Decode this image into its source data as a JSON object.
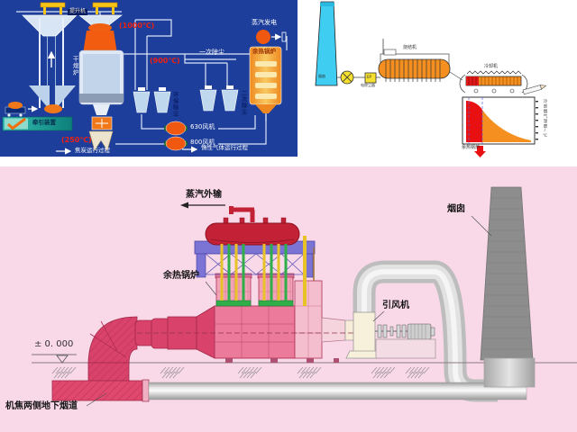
{
  "colors": {
    "cdq_panel_bg": "#1d3e9b",
    "boiler_panel_bg": "#f9d8e8",
    "duct_dark_pink": "#d9436b",
    "boiler_pink": "#ec7b9b",
    "drum_red": "#c22136",
    "platform_blue": "#7b74d4",
    "pipe_yellow": "#e8c328",
    "pipe_green": "#2fae49",
    "chimney_gray": "#8d8d8d",
    "chimney_cyan": "#3fcef2",
    "machine_orange": "#f59020",
    "hot_red": "#e81010"
  },
  "cdq_flow": {
    "labels": {
      "hoist": "提升机",
      "temp_1000": "(1000℃)",
      "temp_900": "(900℃)",
      "temp_250": "(250℃)",
      "primary_dedust": "一次除尘",
      "steam_power": "蒸汽发电",
      "waste_heat_boiler": "余热锅炉",
      "dry_quench_furnace": "干熄炉",
      "env_dedust": "环保除尘",
      "secondary_dedust": "二次除尘",
      "fan_630": "630风机",
      "fan_800": "800风机",
      "traction_device": "牵引装置",
      "legend_coke": "焦炭运行过程",
      "legend_inert_gas": "惰性气体运行过程"
    }
  },
  "sinter_flow": {
    "labels": {
      "chimney": "烟囱",
      "precipitator_box": "EP",
      "precipitator": "电除尘器",
      "sinter_machine": "烧结机",
      "cooler": "冷却机",
      "axis_label": "冷却烟气温度/℃",
      "boiler_zone": "余热锅炉"
    }
  },
  "boiler_side": {
    "labels": {
      "steam_export": "蒸汽外输",
      "chimney": "烟囱",
      "waste_heat_boiler": "余热锅炉",
      "id_fan": "引风机",
      "elevation": "± 0. 000",
      "underground_flue": "机焦两侧地下烟道"
    }
  }
}
